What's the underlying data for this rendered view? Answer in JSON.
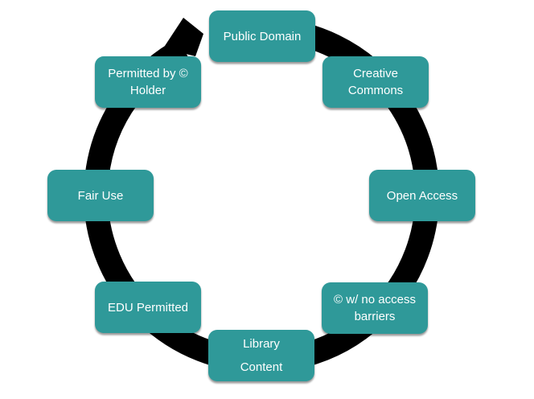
{
  "diagram": {
    "type": "cycle",
    "direction": "clockwise",
    "colors": {
      "node_fill": "#2F9999",
      "node_text": "#FFFFFF",
      "arrow": "#000000",
      "background": "#FFFFFF"
    },
    "nodes": [
      {
        "id": "public-domain",
        "label": "Public Domain",
        "lines": [
          "Public Domain"
        ]
      },
      {
        "id": "creative-commons",
        "label": "Creative Commons",
        "lines": [
          "Creative",
          "Commons"
        ]
      },
      {
        "id": "open-access",
        "label": "Open Access",
        "lines": [
          "Open Access"
        ]
      },
      {
        "id": "copyright-no-access-barriers",
        "label": "© w/ no access barriers",
        "lines": [
          "© w/ no access",
          "barriers"
        ]
      },
      {
        "id": "library-content",
        "label": "Library Content",
        "lines": [
          "Library",
          "Content"
        ]
      },
      {
        "id": "edu-permitted",
        "label": "EDU Permitted",
        "lines": [
          "EDU Permitted"
        ]
      },
      {
        "id": "fair-use",
        "label": "Fair Use",
        "lines": [
          "Fair Use"
        ]
      },
      {
        "id": "permitted-by-copyright-holder",
        "label": "Permitted by © Holder",
        "lines": [
          "Permitted by ©",
          "Holder"
        ]
      }
    ]
  }
}
